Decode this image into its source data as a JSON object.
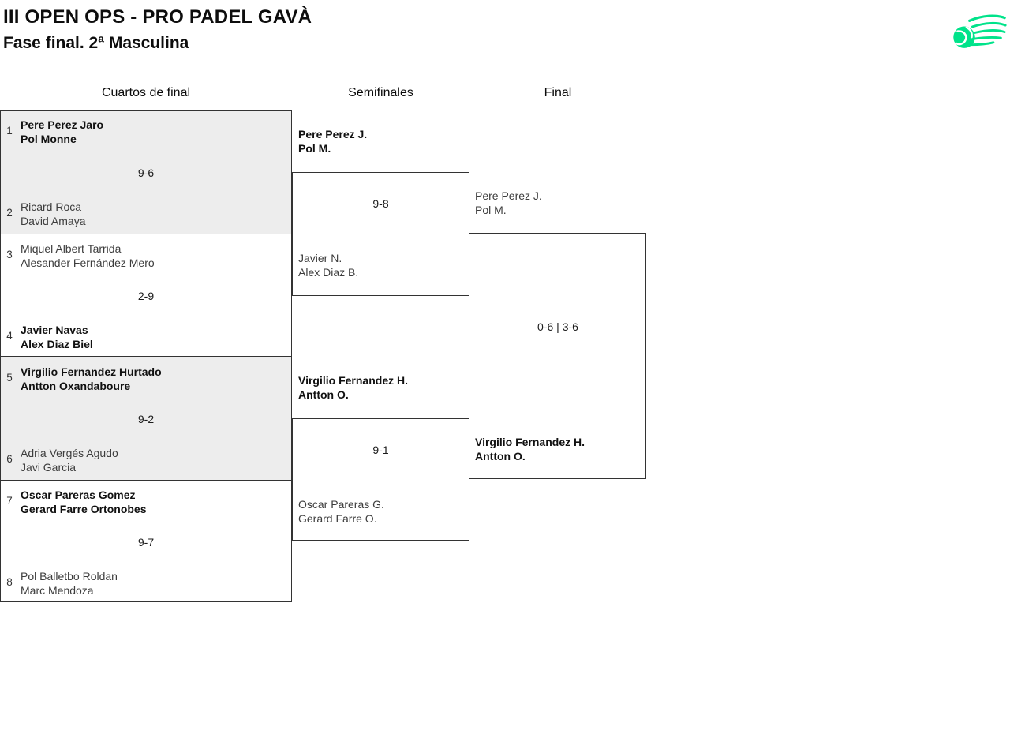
{
  "header": {
    "title": "III OPEN OPS - PRO PADEL GAVÀ",
    "subtitle": "Fase final. 2ª Masculina"
  },
  "logo": {
    "icon": "ball-swoosh-icon",
    "color": "#00E38A"
  },
  "round_headers": {
    "quarterfinals": "Cuartos de final",
    "semifinals": "Semifinales",
    "final": "Final"
  },
  "bracket": {
    "quarterfinals": [
      {
        "top": {
          "seed": "1",
          "player1": "Pere Perez Jaro",
          "player2": "Pol Monne",
          "winner": true
        },
        "score": "9-6",
        "bottom": {
          "seed": "2",
          "player1": "Ricard Roca",
          "player2": "David Amaya",
          "winner": false
        }
      },
      {
        "top": {
          "seed": "3",
          "player1": "Miquel Albert Tarrida",
          "player2": "Alesander Fernández Mero",
          "winner": false
        },
        "score": "2-9",
        "bottom": {
          "seed": "4",
          "player1": "Javier Navas",
          "player2": "Alex Diaz Biel",
          "winner": true
        }
      },
      {
        "top": {
          "seed": "5",
          "player1": "Virgilio Fernandez Hurtado",
          "player2": "Antton Oxandaboure",
          "winner": true
        },
        "score": "9-2",
        "bottom": {
          "seed": "6",
          "player1": "Adria Vergés Agudo",
          "player2": "Javi Garcia",
          "winner": false
        }
      },
      {
        "top": {
          "seed": "7",
          "player1": "Oscar Pareras Gomez",
          "player2": "Gerard Farre Ortonobes",
          "winner": true
        },
        "score": "9-7",
        "bottom": {
          "seed": "8",
          "player1": "Pol Balletbo Roldan",
          "player2": "Marc Mendoza",
          "winner": false
        }
      }
    ],
    "semifinals": [
      {
        "top": {
          "player1": "Pere Perez J.",
          "player2": "Pol M.",
          "winner": true
        },
        "score": "9-8",
        "bottom": {
          "player1": "Javier N.",
          "player2": "Alex Diaz B.",
          "winner": false
        }
      },
      {
        "top": {
          "player1": "Virgilio Fernandez H.",
          "player2": "Antton O.",
          "winner": true
        },
        "score": "9-1",
        "bottom": {
          "player1": "Oscar Pareras G.",
          "player2": "Gerard Farre O.",
          "winner": false
        }
      }
    ],
    "final": {
      "top": {
        "player1": "Pere Perez J.",
        "player2": "Pol M.",
        "winner": false
      },
      "score": "0-6 | 3-6",
      "bottom": {
        "player1": "Virgilio Fernandez H.",
        "player2": "Antton O.",
        "winner": true
      }
    }
  },
  "colors": {
    "accent_green": "#00E38A",
    "alt_row_bg": "#EDEDED",
    "border": "#333333"
  }
}
